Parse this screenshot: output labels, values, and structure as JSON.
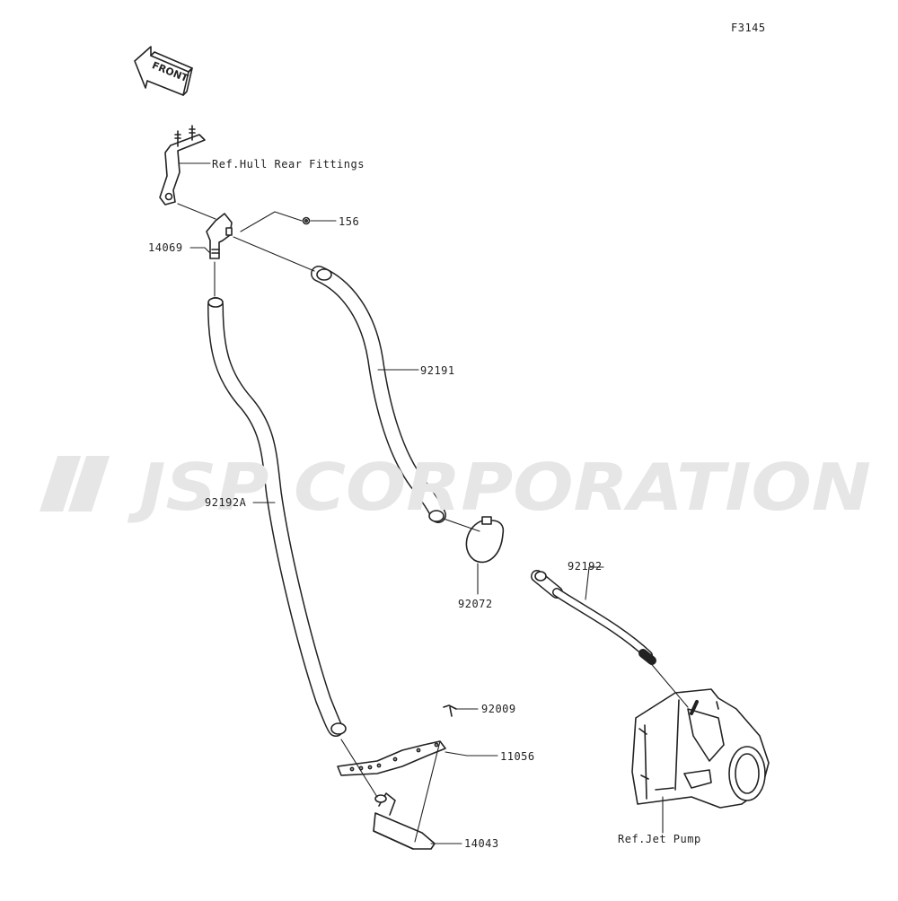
{
  "figure_code": "F3145",
  "front_arrow_text": "FRONT",
  "watermark_text": "JSP CORPORATION",
  "callouts": {
    "hull_ref": "Ref.Hull Rear Fittings",
    "p156": "156",
    "p14069": "14069",
    "p92191": "92191",
    "p92192A": "92192A",
    "p92072": "92072",
    "p92192": "92192",
    "p92009": "92009",
    "p11056": "11056",
    "p14043": "14043",
    "jet_pump_ref": "Ref.Jet Pump"
  },
  "colors": {
    "line": "#222222",
    "watermark": "#e6e6e6"
  }
}
